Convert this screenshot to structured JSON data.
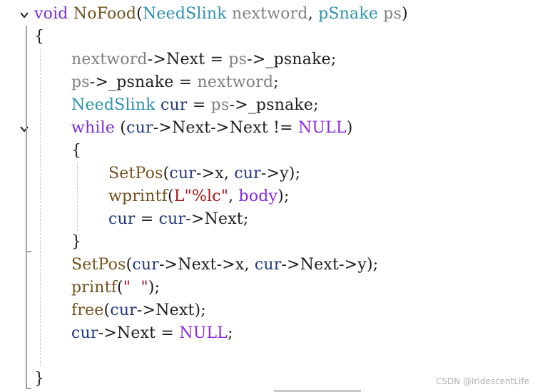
{
  "editor": {
    "language": "C",
    "lines": [
      {
        "id": "l1",
        "tokens": [
          {
            "t": "void",
            "c": "kw"
          },
          {
            "t": " ",
            "c": "pl"
          },
          {
            "t": "NoFood",
            "c": "fn"
          },
          {
            "t": "(",
            "c": "pl"
          },
          {
            "t": "NeedSlink",
            "c": "ty"
          },
          {
            "t": " ",
            "c": "pl"
          },
          {
            "t": "nextword",
            "c": "param"
          },
          {
            "t": ", ",
            "c": "pl"
          },
          {
            "t": "pSnake",
            "c": "ty"
          },
          {
            "t": " ",
            "c": "pl"
          },
          {
            "t": "ps",
            "c": "param"
          },
          {
            "t": ")",
            "c": "pl"
          }
        ]
      },
      {
        "id": "l2",
        "tokens": [
          {
            "t": "{",
            "c": "pl"
          }
        ]
      },
      {
        "id": "l3",
        "tokens": [
          {
            "t": "nextword",
            "c": "param"
          },
          {
            "t": "->",
            "c": "pl"
          },
          {
            "t": "Next",
            "c": "pl"
          },
          {
            "t": " = ",
            "c": "pl"
          },
          {
            "t": "ps",
            "c": "param"
          },
          {
            "t": "->",
            "c": "pl"
          },
          {
            "t": "_psnake",
            "c": "pl"
          },
          {
            "t": ";",
            "c": "pl"
          }
        ]
      },
      {
        "id": "l4",
        "tokens": [
          {
            "t": "ps",
            "c": "param"
          },
          {
            "t": "->",
            "c": "pl"
          },
          {
            "t": "_psnake",
            "c": "pl"
          },
          {
            "t": " = ",
            "c": "pl"
          },
          {
            "t": "nextword",
            "c": "param"
          },
          {
            "t": ";",
            "c": "pl"
          }
        ]
      },
      {
        "id": "l5",
        "tokens": [
          {
            "t": "NeedSlink",
            "c": "ty"
          },
          {
            "t": " ",
            "c": "pl"
          },
          {
            "t": "cur",
            "c": "var"
          },
          {
            "t": " = ",
            "c": "pl"
          },
          {
            "t": "ps",
            "c": "param"
          },
          {
            "t": "->",
            "c": "pl"
          },
          {
            "t": "_psnake",
            "c": "pl"
          },
          {
            "t": ";",
            "c": "pl"
          }
        ]
      },
      {
        "id": "l6",
        "tokens": [
          {
            "t": "while",
            "c": "kw"
          },
          {
            "t": " (",
            "c": "pl"
          },
          {
            "t": "cur",
            "c": "var"
          },
          {
            "t": "->",
            "c": "pl"
          },
          {
            "t": "Next",
            "c": "pl"
          },
          {
            "t": "->",
            "c": "pl"
          },
          {
            "t": "Next",
            "c": "pl"
          },
          {
            "t": " != ",
            "c": "pl"
          },
          {
            "t": "NULL",
            "c": "mac"
          },
          {
            "t": ")",
            "c": "pl"
          }
        ]
      },
      {
        "id": "l7",
        "tokens": [
          {
            "t": "{",
            "c": "pl"
          }
        ]
      },
      {
        "id": "l8",
        "tokens": [
          {
            "t": "SetPos",
            "c": "fn"
          },
          {
            "t": "(",
            "c": "pl"
          },
          {
            "t": "cur",
            "c": "var"
          },
          {
            "t": "->",
            "c": "pl"
          },
          {
            "t": "x",
            "c": "pl"
          },
          {
            "t": ", ",
            "c": "pl"
          },
          {
            "t": "cur",
            "c": "var"
          },
          {
            "t": "->",
            "c": "pl"
          },
          {
            "t": "y",
            "c": "pl"
          },
          {
            "t": ");",
            "c": "pl"
          }
        ]
      },
      {
        "id": "l9",
        "tokens": [
          {
            "t": "wprintf",
            "c": "fn"
          },
          {
            "t": "(",
            "c": "pl"
          },
          {
            "t": "L\"%lc\"",
            "c": "str"
          },
          {
            "t": ", ",
            "c": "pl"
          },
          {
            "t": "body",
            "c": "mac"
          },
          {
            "t": ");",
            "c": "pl"
          }
        ]
      },
      {
        "id": "l10",
        "tokens": [
          {
            "t": "cur",
            "c": "var"
          },
          {
            "t": " = ",
            "c": "pl"
          },
          {
            "t": "cur",
            "c": "var"
          },
          {
            "t": "->",
            "c": "pl"
          },
          {
            "t": "Next",
            "c": "pl"
          },
          {
            "t": ";",
            "c": "pl"
          }
        ]
      },
      {
        "id": "l11",
        "tokens": [
          {
            "t": "}",
            "c": "pl"
          }
        ]
      },
      {
        "id": "l12",
        "tokens": [
          {
            "t": "SetPos",
            "c": "fn"
          },
          {
            "t": "(",
            "c": "pl"
          },
          {
            "t": "cur",
            "c": "var"
          },
          {
            "t": "->",
            "c": "pl"
          },
          {
            "t": "Next",
            "c": "pl"
          },
          {
            "t": "->",
            "c": "pl"
          },
          {
            "t": "x",
            "c": "pl"
          },
          {
            "t": ", ",
            "c": "pl"
          },
          {
            "t": "cur",
            "c": "var"
          },
          {
            "t": "->",
            "c": "pl"
          },
          {
            "t": "Next",
            "c": "pl"
          },
          {
            "t": "->",
            "c": "pl"
          },
          {
            "t": "y",
            "c": "pl"
          },
          {
            "t": ");",
            "c": "pl"
          }
        ]
      },
      {
        "id": "l13",
        "tokens": [
          {
            "t": "printf",
            "c": "fn"
          },
          {
            "t": "(",
            "c": "pl"
          },
          {
            "t": "\"  \"",
            "c": "str"
          },
          {
            "t": ");",
            "c": "pl"
          }
        ]
      },
      {
        "id": "l14",
        "tokens": [
          {
            "t": "free",
            "c": "fn"
          },
          {
            "t": "(",
            "c": "pl"
          },
          {
            "t": "cur",
            "c": "var"
          },
          {
            "t": "->",
            "c": "pl"
          },
          {
            "t": "Next",
            "c": "pl"
          },
          {
            "t": ");",
            "c": "pl"
          }
        ]
      },
      {
        "id": "l15",
        "tokens": [
          {
            "t": "cur",
            "c": "var"
          },
          {
            "t": "->",
            "c": "pl"
          },
          {
            "t": "Next",
            "c": "pl"
          },
          {
            "t": " = ",
            "c": "pl"
          },
          {
            "t": "NULL",
            "c": "mac"
          },
          {
            "t": ";",
            "c": "pl"
          }
        ]
      },
      {
        "id": "l16",
        "tokens": []
      },
      {
        "id": "l17",
        "tokens": [
          {
            "t": "}",
            "c": "pl"
          }
        ]
      }
    ]
  },
  "icons": {
    "fold_function": "chevron-down-icon",
    "fold_while": "chevron-down-icon"
  },
  "colors": {
    "keyword": "#7b2fd4",
    "type": "#2b91af",
    "function": "#74531f",
    "variable": "#1f377f",
    "parameter": "#808080",
    "macro": "#8a2be2",
    "string": "#a31515",
    "plain": "#1e1e1e"
  },
  "watermark": "CSDN @IridescentLife"
}
